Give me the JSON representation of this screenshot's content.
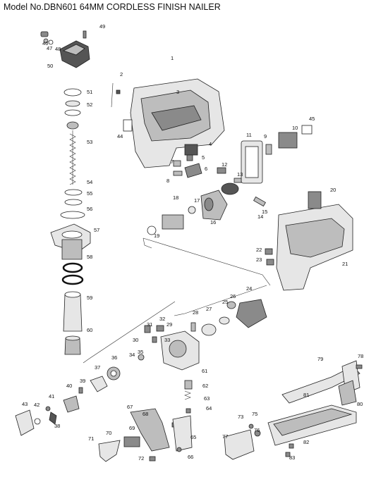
{
  "title": "Model No.DBN601 64MM CORDLESS FINISH NAILER",
  "part_numbers": [
    "1",
    "2",
    "3",
    "4",
    "5",
    "6",
    "7",
    "8",
    "9",
    "10",
    "11",
    "12",
    "13",
    "14",
    "15",
    "16",
    "17",
    "18",
    "19",
    "20",
    "21",
    "22",
    "23",
    "24",
    "25",
    "26",
    "27",
    "28",
    "29",
    "30",
    "31",
    "32",
    "33",
    "34",
    "35",
    "36",
    "37",
    "38",
    "39",
    "40",
    "41",
    "42",
    "43",
    "44",
    "45",
    "49",
    "46",
    "47",
    "48",
    "50",
    "51",
    "52",
    "53",
    "54",
    "55",
    "56",
    "57",
    "58",
    "59",
    "60",
    "61",
    "62",
    "63",
    "64",
    "65",
    "66",
    "67",
    "68",
    "69",
    "70",
    "71",
    "72",
    "73",
    "75",
    "76",
    "77",
    "78",
    "79",
    "80",
    "81",
    "82",
    "83"
  ]
}
